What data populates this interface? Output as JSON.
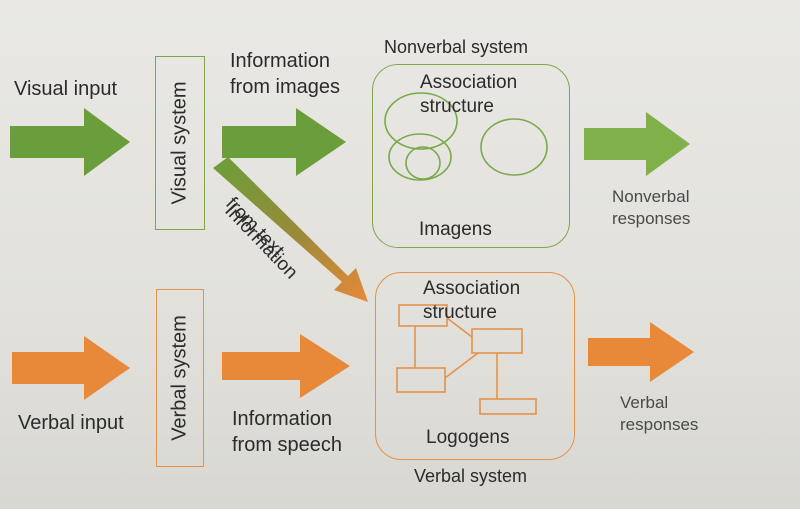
{
  "colors": {
    "green": "#6a9e3a",
    "green_light": "#7fb04a",
    "orange": "#e8893a",
    "green_outline": "#7aa94a",
    "orange_outline": "#e4924a"
  },
  "labels": {
    "visual_input": "Visual input",
    "verbal_input": "Verbal input",
    "visual_system": "Visual system",
    "verbal_system": "Verbal system",
    "info_images": [
      "Information",
      "from images"
    ],
    "info_text": [
      "Information",
      "from text"
    ],
    "info_speech": [
      "Information",
      "from speech"
    ],
    "nonverbal_system": "Nonverbal system",
    "verbal_system_bottom": "Verbal system",
    "assoc_top": [
      "Association",
      "structure"
    ],
    "assoc_bottom": [
      "Association",
      "structure"
    ],
    "imagens": "Imagens",
    "logogens": "Logogens",
    "nonverbal_responses": [
      "Nonverbal",
      "responses"
    ],
    "verbal_responses": [
      "Verbal",
      "responses"
    ]
  }
}
